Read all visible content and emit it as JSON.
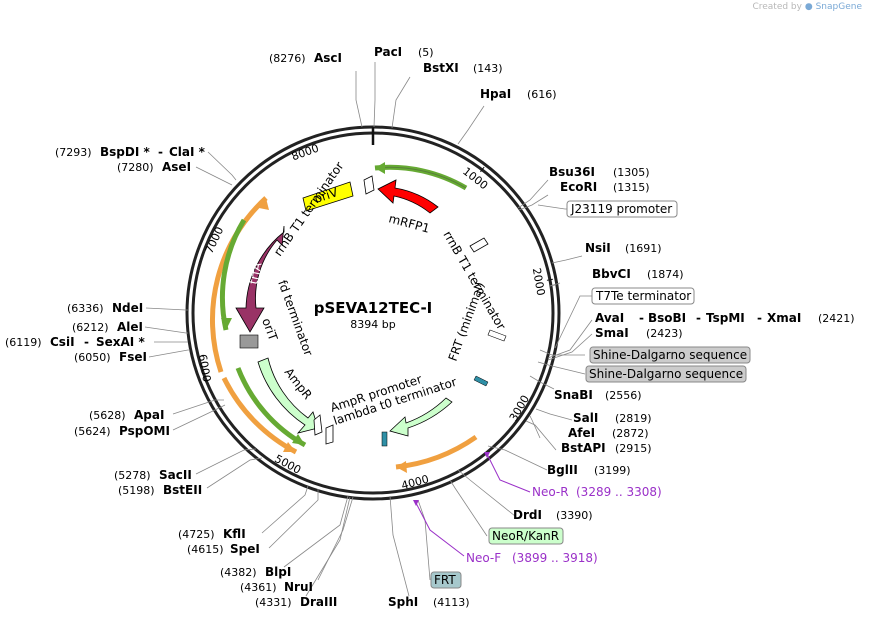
{
  "credit": {
    "prefix": "Created by",
    "brand": "SnapGene"
  },
  "plasmid": {
    "name": "pSEVA12TEC-I",
    "size_label": "8394 bp",
    "length": 8394
  },
  "ticks": [
    "1000",
    "2000",
    "3000",
    "4000",
    "5000",
    "6000",
    "7000",
    "8000"
  ],
  "enzymes": [
    {
      "name": "AscI",
      "pos": "(8276)"
    },
    {
      "name": "PacI",
      "pos": "(5)"
    },
    {
      "name": "BstXI",
      "pos": "(143)"
    },
    {
      "name": "HpaI",
      "pos": "(616)"
    },
    {
      "name": "Bsu36I",
      "pos": "(1305)"
    },
    {
      "name": "EcoRI",
      "pos": "(1315)"
    },
    {
      "name": "NsiI",
      "pos": "(1691)"
    },
    {
      "name": "BbvCI",
      "pos": "(1874)"
    },
    {
      "name": "AvaI",
      "pos": ""
    },
    {
      "name": "BsoBI",
      "pos": ""
    },
    {
      "name": "TspMI",
      "pos": ""
    },
    {
      "name": "XmaI",
      "pos": "(2421)"
    },
    {
      "name": "SmaI",
      "pos": "(2423)"
    },
    {
      "name": "SnaBI",
      "pos": "(2556)"
    },
    {
      "name": "SalI",
      "pos": "(2819)"
    },
    {
      "name": "AfeI",
      "pos": "(2872)"
    },
    {
      "name": "BstAPI",
      "pos": "(2915)"
    },
    {
      "name": "BglII",
      "pos": "(3199)"
    },
    {
      "name": "DrdI",
      "pos": "(3390)"
    },
    {
      "name": "SphI",
      "pos": "(4113)"
    },
    {
      "name": "DraIII",
      "pos": "(4331)"
    },
    {
      "name": "NruI",
      "pos": "(4361)"
    },
    {
      "name": "BlpI",
      "pos": "(4382)"
    },
    {
      "name": "SpeI",
      "pos": "(4615)"
    },
    {
      "name": "KflI",
      "pos": "(4725)"
    },
    {
      "name": "BstEII",
      "pos": "(5198)"
    },
    {
      "name": "SacII",
      "pos": "(5278)"
    },
    {
      "name": "PspOMI",
      "pos": "(5624)"
    },
    {
      "name": "ApaI",
      "pos": "(5628)"
    },
    {
      "name": "FseI",
      "pos": "(6050)"
    },
    {
      "name": "SexAI *",
      "pos": ""
    },
    {
      "name": "CsiI",
      "pos": "(6119)"
    },
    {
      "name": "AleI",
      "pos": "(6212)"
    },
    {
      "name": "NdeI",
      "pos": "(6336)"
    },
    {
      "name": "AseI",
      "pos": "(7280)"
    },
    {
      "name": "ClaI *",
      "pos": ""
    },
    {
      "name": "BspDI *",
      "pos": "(7293)"
    }
  ],
  "feature_labels": {
    "oriV": "oriV",
    "mRFP1": "mRFP1",
    "rrnB1": "rrnB T1 terminator",
    "rrnB2": "rrnB T1 terminator",
    "trfA": "trfA",
    "fd": "fd terminator",
    "oriT": "oriT",
    "AmpR": "AmpR",
    "AmpRprom": "AmpR promoter",
    "lambda": "lambda t0 terminator",
    "FRTmin": "FRT (minimal)",
    "boxes": {
      "J23119": "J23119 promoter",
      "T7Te": "T7Te terminator",
      "SD1": "Shine-Dalgarno sequence",
      "SD2": "Shine-Dalgarno sequence",
      "NeoR": "NeoR/KanR",
      "FRT": "FRT"
    }
  },
  "primers": [
    {
      "name": "Neo-R",
      "range": "(3289 .. 3308)"
    },
    {
      "name": "Neo-F",
      "range": "(3899 .. 3918)"
    }
  ],
  "colors": {
    "oriV": "#ffff00",
    "mRFP1": "#ff0000",
    "trfA": "#993366",
    "AmpR": "#ccffcc",
    "NeoR": "#ccffcc",
    "FRT": "#a6c8cc",
    "primer": "#9a30c8",
    "orf_orange": "#f0a040",
    "orf_green": "#66aa33",
    "sd": "#cccccc"
  }
}
